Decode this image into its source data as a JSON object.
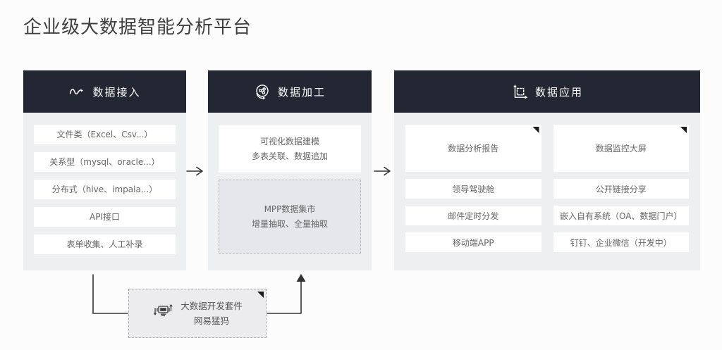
{
  "page": {
    "title": "企业级大数据智能分析平台"
  },
  "colors": {
    "header_bg": "#222733",
    "header_text": "#ffffff",
    "panel_bg": "#eeeff1",
    "card_bg": "#ffffff",
    "card_text": "#666666",
    "dashed_fill": "#e6e7ea",
    "dashed_border": "#b2b2b8",
    "connector_line": "#333333",
    "corner_marker": "#1b1b1b",
    "title_text": "#3f3f3f"
  },
  "icons": {
    "access": "wave-arrow-icon",
    "processing": "process-cycle-icon",
    "application": "chart-axes-icon",
    "dev_suite": "data-transfer-icon"
  },
  "columns": {
    "access": {
      "header": "数据接入",
      "items": [
        "文件类（Excel、Csv...）",
        "关系型（mysql、oracle...）",
        "分布式（hive、impala...）",
        "API接口",
        "表单收集、人工补录"
      ]
    },
    "processing": {
      "header": "数据加工",
      "cards": [
        {
          "lines": [
            "可视化数据建模",
            "多表关联、数据追加"
          ]
        },
        {
          "lines": [
            "MPP数据集市",
            "增量抽取、全量抽取"
          ]
        }
      ]
    },
    "application": {
      "header": "数据应用",
      "featured": [
        "数据分析报告",
        "数据监控大屏"
      ],
      "cells": [
        "领导驾驶舱",
        "公开链接分享",
        "邮件定时分发",
        "嵌入自有系统（OA、数据门户）",
        "移动端APP",
        "钉钉、企业微信（开发中）"
      ]
    }
  },
  "dev_suite": {
    "lines": [
      "大数据开发套件",
      "网易猛犸"
    ]
  }
}
